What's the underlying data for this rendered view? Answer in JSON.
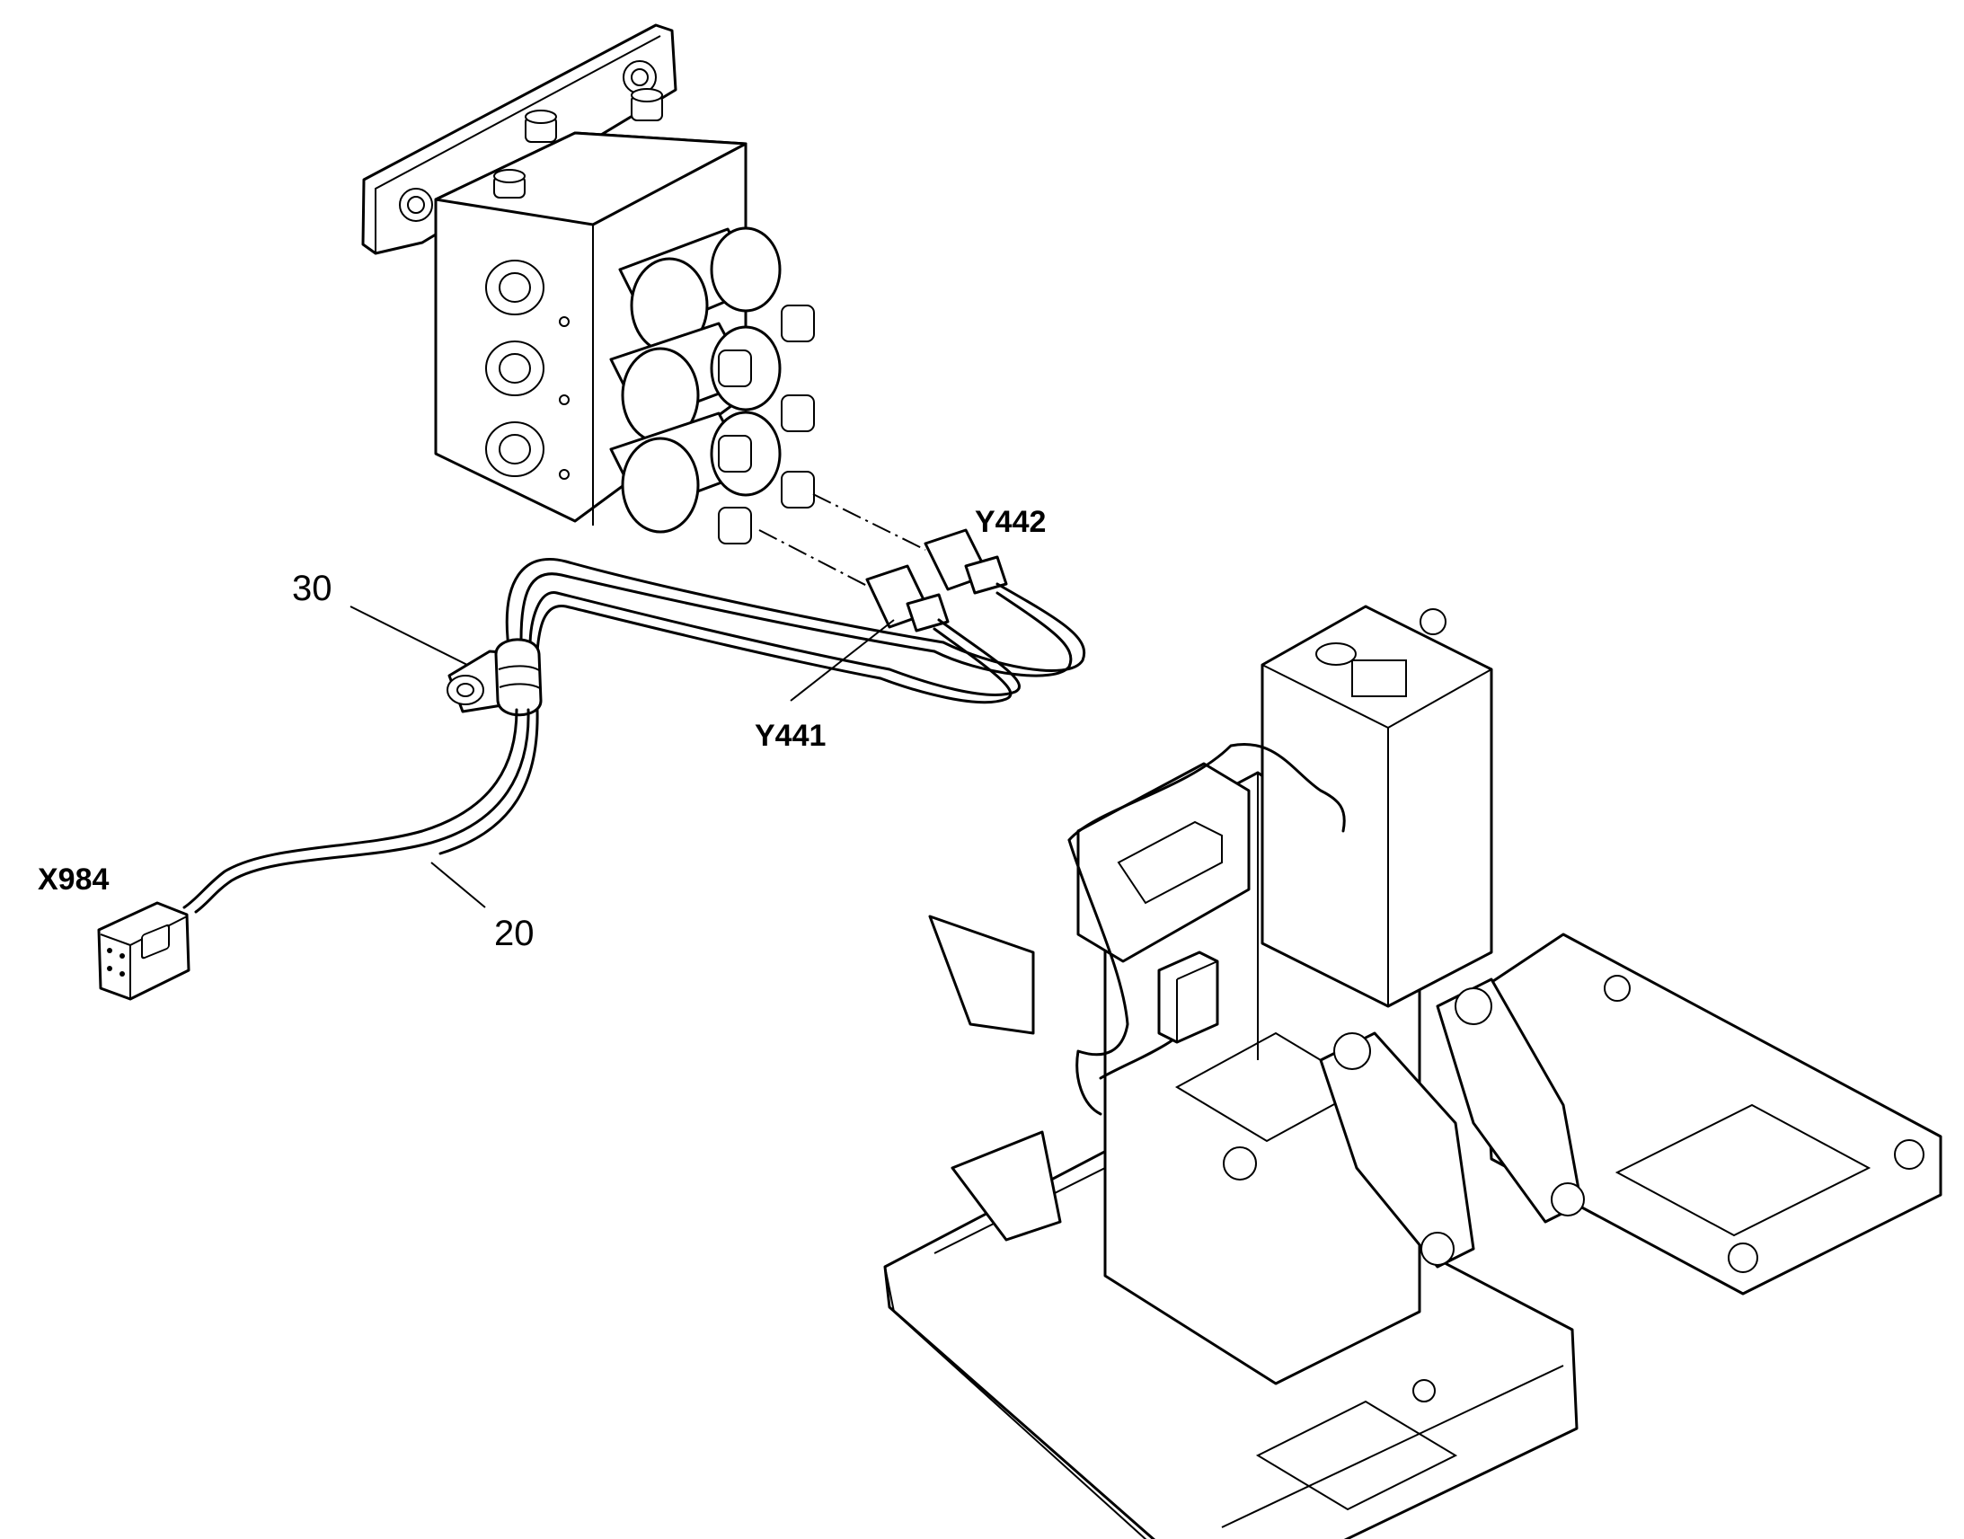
{
  "labels": {
    "y442": "Y442",
    "y441": "Y441",
    "x984": "X984",
    "item30": "30",
    "item20": "20"
  }
}
